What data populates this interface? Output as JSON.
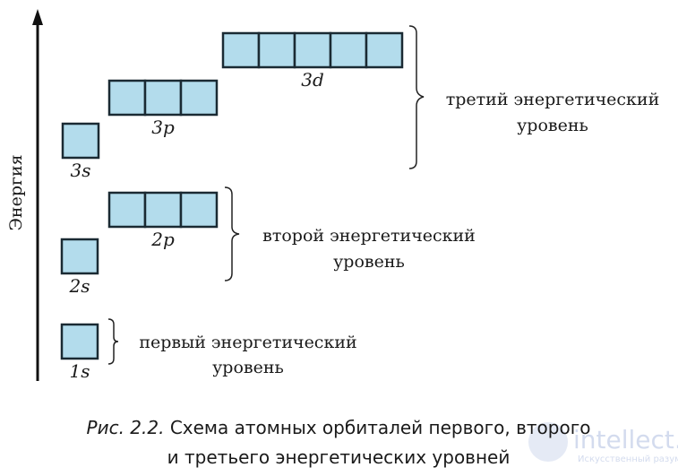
{
  "axis_label": "Энергия",
  "orbitals": [
    {
      "label": "1s",
      "cells": 1
    },
    {
      "label": "2s",
      "cells": 1
    },
    {
      "label": "2p",
      "cells": 3
    },
    {
      "label": "3s",
      "cells": 1
    },
    {
      "label": "3p",
      "cells": 3
    },
    {
      "label": "3d",
      "cells": 5
    }
  ],
  "levels": [
    {
      "line1": "первый энергетический",
      "line2": "уровень"
    },
    {
      "line1": "второй энергетический",
      "line2": "уровень"
    },
    {
      "line1": "третий энергетический",
      "line2": "уровень"
    }
  ],
  "caption": {
    "prefix": "Рис. 2.2.",
    "line1": " Схема атомных орбиталей первого, второго",
    "line2": "и третьего энергетических уровней"
  },
  "watermark": {
    "title": "intellect.icu",
    "subtitle": "Искусственный разум"
  },
  "colors": {
    "orbital_fill": "#b3dcec"
  }
}
